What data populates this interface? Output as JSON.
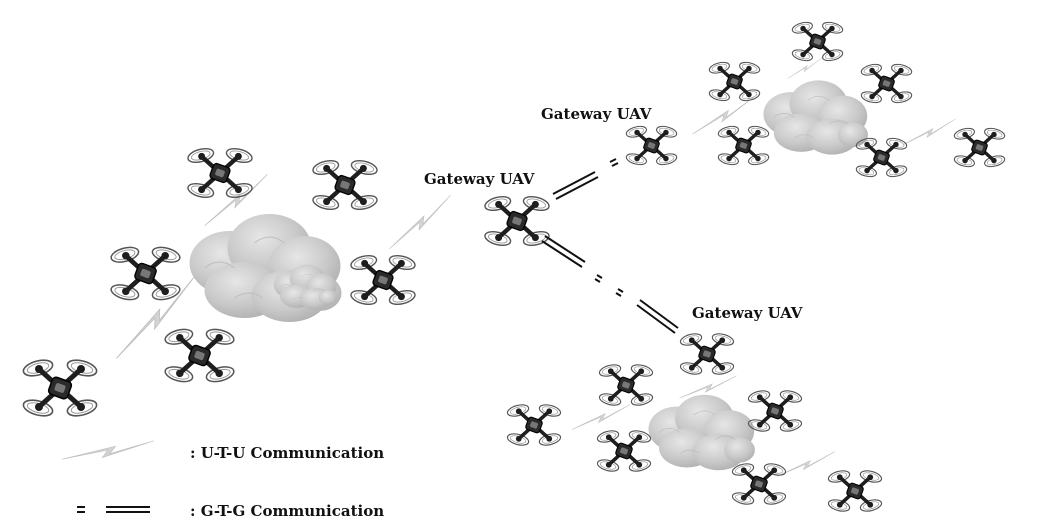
{
  "labels": {
    "gateway_center": "Gateway UAV",
    "gateway_top": "Gateway UAV",
    "gateway_bottom": "Gateway UAV"
  },
  "legend": {
    "utu": ": U-T-U Communication",
    "gtg": ": G-T-G Communication"
  },
  "colors": {
    "cloud": "#c8c8c8",
    "lightning": "#d2d2d2",
    "drone_body": "#1e1e1e",
    "link_line": "#111111"
  },
  "icons": [
    "drone-icon",
    "cloud-icon",
    "lightning-icon",
    "double-line-icon"
  ]
}
